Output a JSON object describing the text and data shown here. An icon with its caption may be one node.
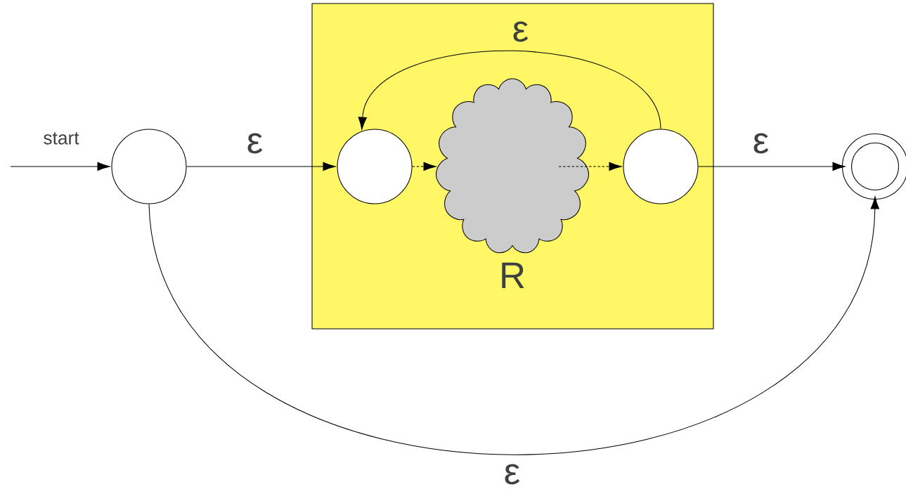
{
  "diagram": {
    "nodes": [
      {
        "text": [],
        "shape": "circle"
      },
      {
        "text": [],
        "shape": "box"
      },
      {
        "text": [],
        "shape": "circle",
        "in": 1
      },
      {
        "text": [],
        "shape": "cloud",
        "in": 1,
        "beside": [
          "R"
        ]
      },
      {
        "text": [],
        "shape": "circle",
        "in": 1
      },
      {
        "text": [],
        "shape": "circle"
      }
    ],
    "edges": [
      {
        "from": null,
        "to": 0,
        "arrow": "to",
        "label": "start"
      },
      {
        "from": 0,
        "to": 2,
        "arrow": "to",
        "label": "ε"
      },
      {
        "from": 2,
        "to": 3,
        "arrow": "to",
        "style": "dashed"
      },
      {
        "from": 3,
        "to": 4,
        "arrow": "to",
        "style": "dashed"
      },
      {
        "from": 4,
        "to": 2,
        "arrow": "to",
        "label": "ε"
      },
      {
        "from": 4,
        "to": 5,
        "arrow": "to",
        "label": "ε"
      },
      {
        "from": 0,
        "to": 5,
        "arrow": "to",
        "label": "ε"
      }
    ]
  }
}
